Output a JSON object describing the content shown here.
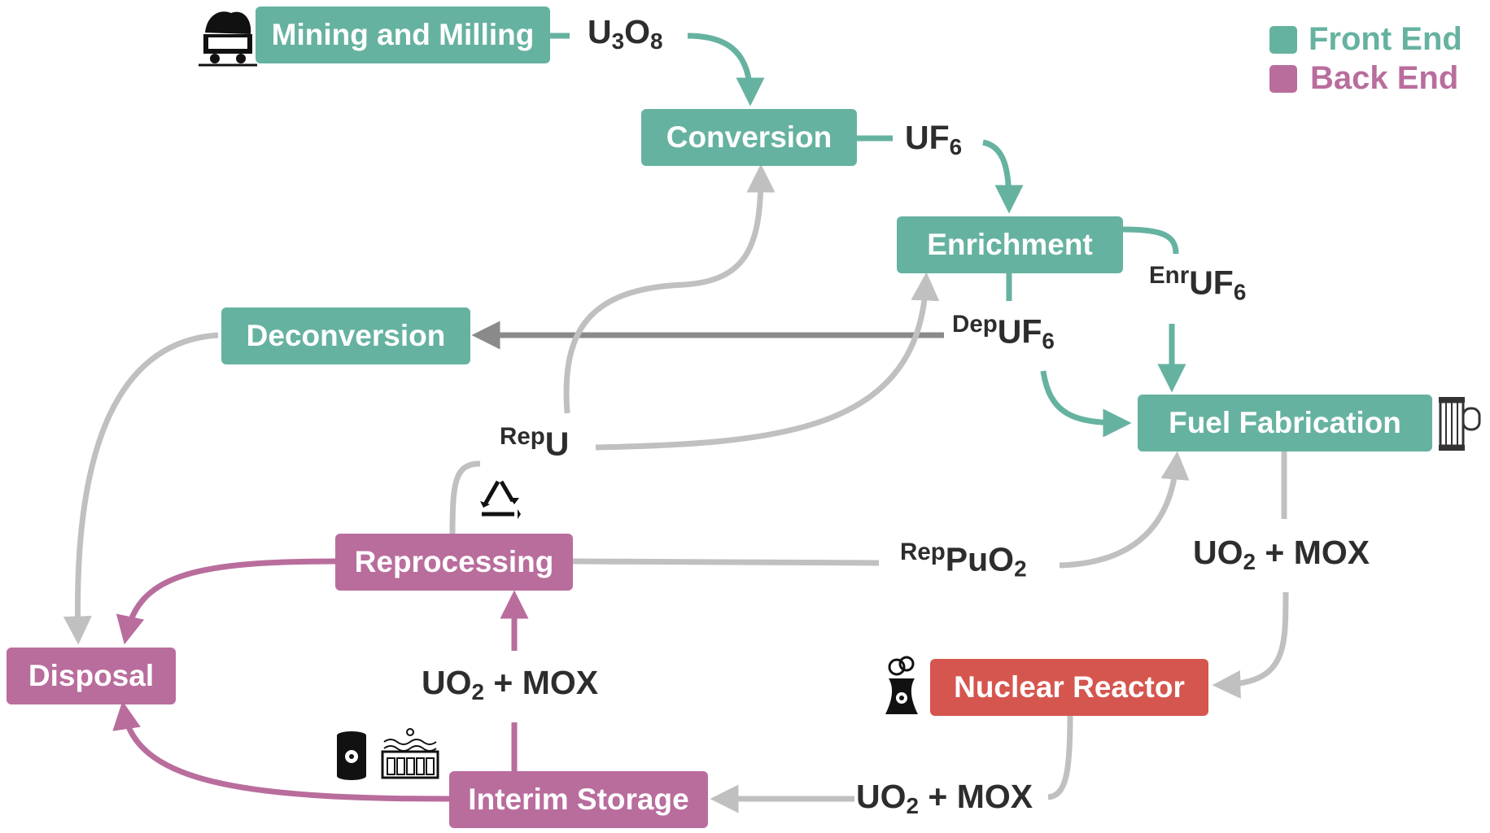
{
  "legend": {
    "front_end": "Front End",
    "back_end": "Back End",
    "front_color": "#66b2a0",
    "back_color": "#b96d9d"
  },
  "nodes": {
    "mining": "Mining and Milling",
    "conversion": "Conversion",
    "enrichment": "Enrichment",
    "deconversion": "Deconversion",
    "fuel_fabrication": "Fuel Fabrication",
    "reprocessing": "Reprocessing",
    "disposal": "Disposal",
    "nuclear_reactor": "Nuclear Reactor",
    "interim_storage": "Interim Storage"
  },
  "flows": {
    "u3o8": {
      "main": "U",
      "sub1": "3",
      "mid": "O",
      "sub2": "8"
    },
    "uf6": {
      "main": "UF",
      "sub": "6"
    },
    "enr_uf6": {
      "pre": "Enr",
      "main": "UF",
      "sub": "6"
    },
    "dep_uf6": {
      "pre": "Dep",
      "main": "UF",
      "sub": "6"
    },
    "rep_u": {
      "pre": "Rep",
      "main": "U"
    },
    "rep_puo2": {
      "pre": "Rep",
      "main": "PuO",
      "sub": "2"
    },
    "uo2_mox": {
      "main": "UO",
      "sub": "2",
      "tail": " + MOX"
    }
  },
  "reactor_color": "#d5564f",
  "icons": [
    "mine-cart-icon",
    "recycle-icon",
    "fuel-assembly-icon",
    "cooling-tower-icon",
    "waste-drum-icon",
    "storage-pool-icon"
  ]
}
